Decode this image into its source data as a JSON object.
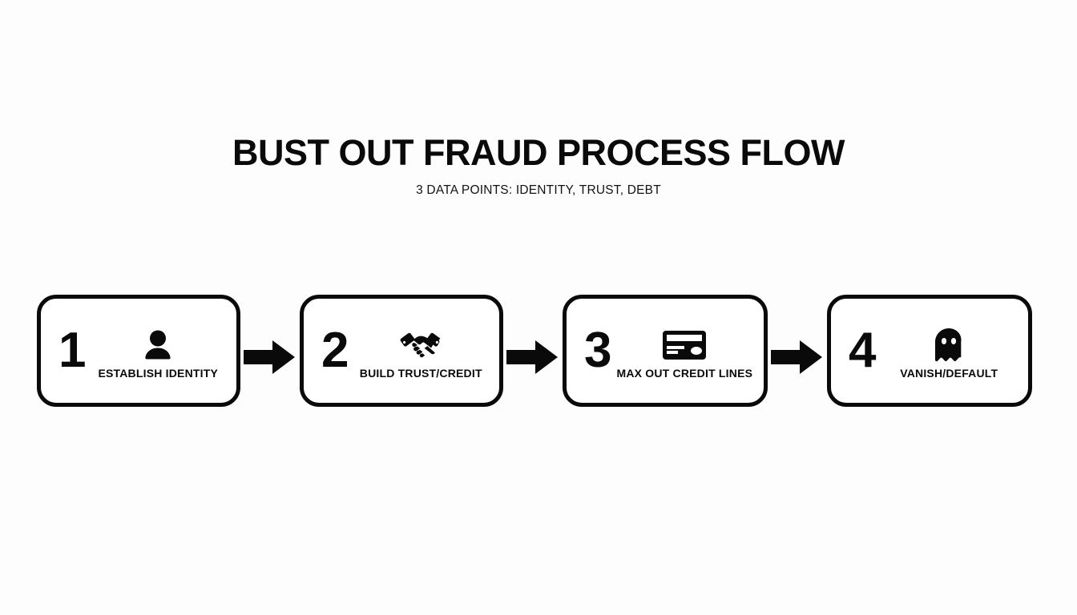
{
  "header": {
    "title": "BUST OUT FRAUD PROCESS FLOW",
    "subtitle": "3 DATA POINTS: IDENTITY, TRUST, DEBT"
  },
  "colors": {
    "background": "#fdfdfd",
    "ink": "#0a0a0a",
    "box_fill": "#ffffff"
  },
  "flow": {
    "arrow_icon": "arrow-right-icon",
    "steps": [
      {
        "number": "1",
        "label": "ESTABLISH IDENTITY",
        "icon": "person-icon"
      },
      {
        "number": "2",
        "label": "BUILD TRUST/CREDIT",
        "icon": "handshake-icon"
      },
      {
        "number": "3",
        "label": "MAX OUT CREDIT LINES",
        "icon": "credit-card-icon"
      },
      {
        "number": "4",
        "label": "VANISH/DEFAULT",
        "icon": "ghost-icon"
      }
    ]
  }
}
